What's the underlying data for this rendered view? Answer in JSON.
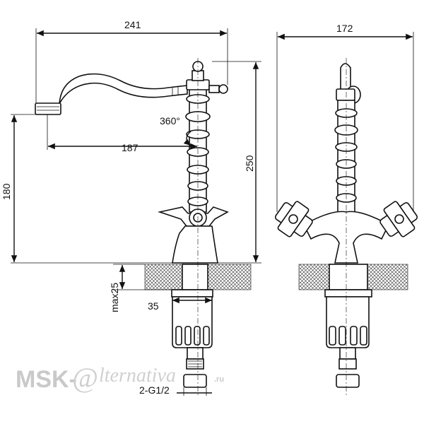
{
  "dimensions": {
    "side_total_reach": "241",
    "side_spout_reach": "187",
    "side_rotation": "360°",
    "side_spout_height": "180",
    "side_total_height": "250",
    "side_max_thickness": "max25",
    "side_hole_diameter": "35",
    "side_connection": "2-G1/2",
    "front_width": "172"
  },
  "watermark": {
    "text": "MSK-",
    "script": "lternativa",
    "suffix": ".ru"
  }
}
